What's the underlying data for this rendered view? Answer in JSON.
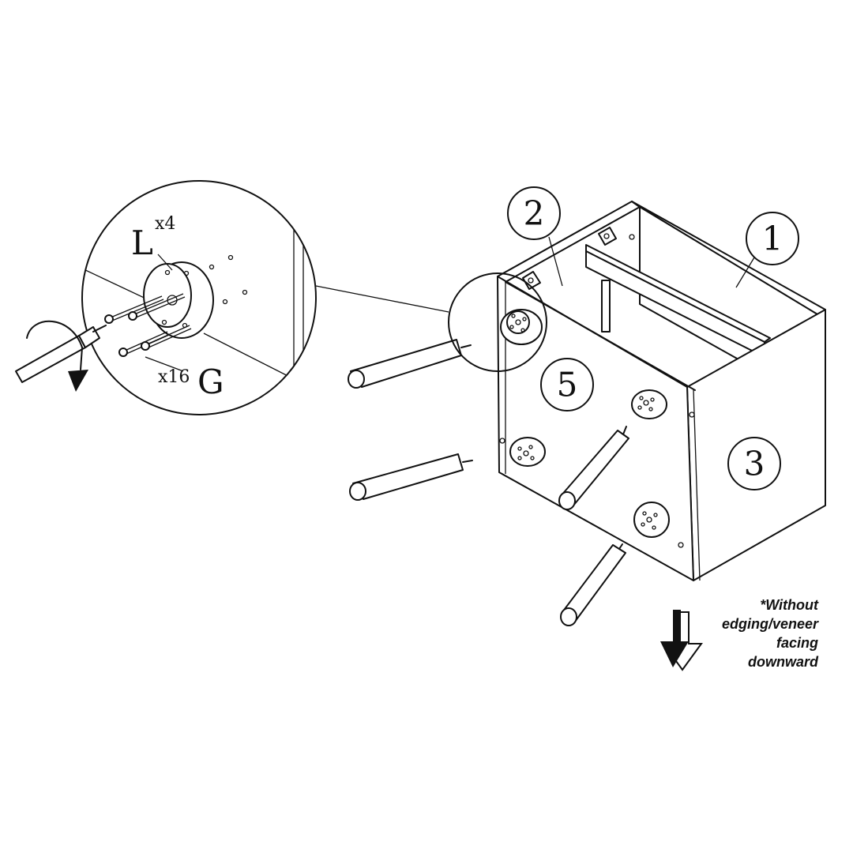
{
  "labels": {
    "panel_1": "1",
    "panel_2": "2",
    "panel_3": "3",
    "panel_5": "5"
  },
  "detail": {
    "part_l": "L",
    "part_l_qty": "x4",
    "part_g": "G",
    "part_g_qty": "x16"
  },
  "note": {
    "line1": "*Without",
    "line2": "edging/veneer",
    "line3": "facing",
    "line4": "downward"
  }
}
